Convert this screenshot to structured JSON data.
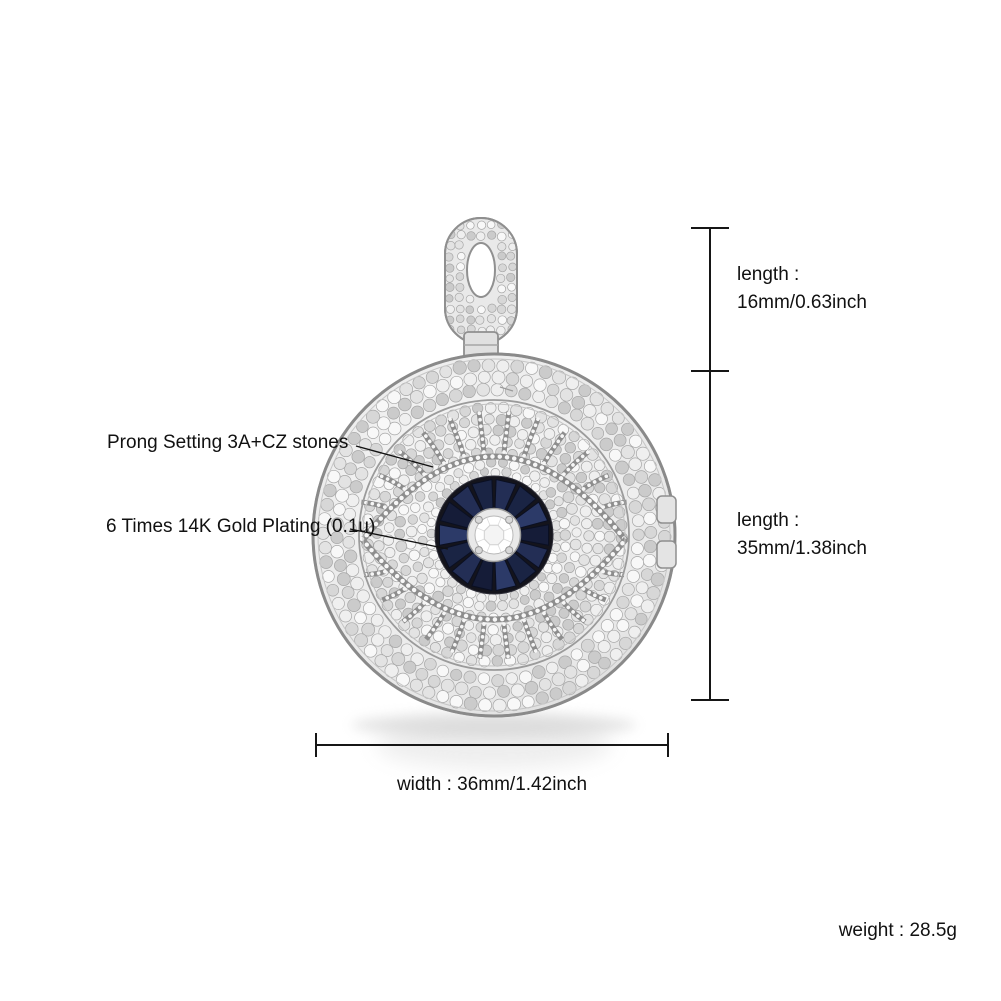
{
  "illustration": {
    "description": "Silver round photo-locket pendant fully paved with small CZ stones, evil-eye design with navy blue baguette iris and a pave-set bail on top"
  },
  "callouts": [
    {
      "label": "Prong Setting 3A+CZ stones"
    },
    {
      "label": "6 Times 14K Gold Plating (0.1u)"
    }
  ],
  "dimensions": {
    "bail_length": {
      "label": "length :",
      "value": "16mm/0.63inch"
    },
    "pendant_length": {
      "label": "length :",
      "value": "35mm/1.38inch"
    },
    "width": {
      "label": "width : 36mm/1.42inch"
    },
    "weight": {
      "label": "weight : 28.5g"
    }
  },
  "colors": {
    "text": "#111111",
    "dimension_line": "#161616",
    "metal_light": "#f6f6f6",
    "metal_mid": "#e6e6e6",
    "metal_dark": "#8f8f8f",
    "stone_stroke": "#a6a6a6",
    "bezel_dark": "#14141c",
    "stone_palette": [
      "#f8f8f8",
      "#efefef",
      "#e3e3e3",
      "#d7d7d7",
      "#cbcbcb"
    ],
    "navy_palette": [
      "#232e55",
      "#1a2444",
      "#2c3a68",
      "#151c38"
    ]
  }
}
